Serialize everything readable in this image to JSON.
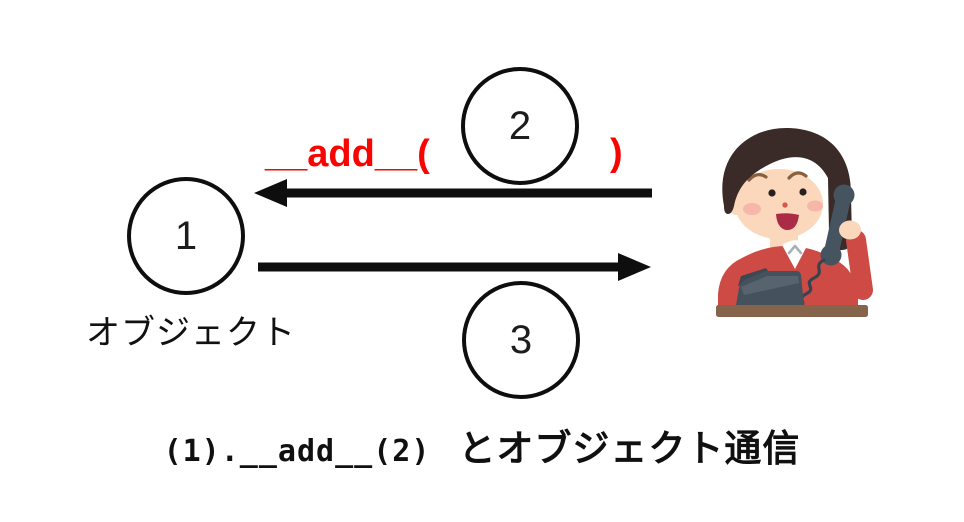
{
  "diagram": {
    "background": "#ffffff",
    "ink_color": "#0e0e0e",
    "accent_red": "#f70500",
    "circles": [
      {
        "label": "1"
      },
      {
        "label": "2"
      },
      {
        "label": "3"
      }
    ],
    "object_label": "オブジェクト",
    "method_call": {
      "open": "__add__(",
      "close": ")"
    },
    "arrows": [
      {
        "name": "call-arrow",
        "direction": "left"
      },
      {
        "name": "return-arrow",
        "direction": "right"
      }
    ],
    "illustration_icon": "woman-on-phone-illustration",
    "caption": {
      "code": "(1).__add__(2)",
      "text": "とオブジェクト通信"
    }
  }
}
